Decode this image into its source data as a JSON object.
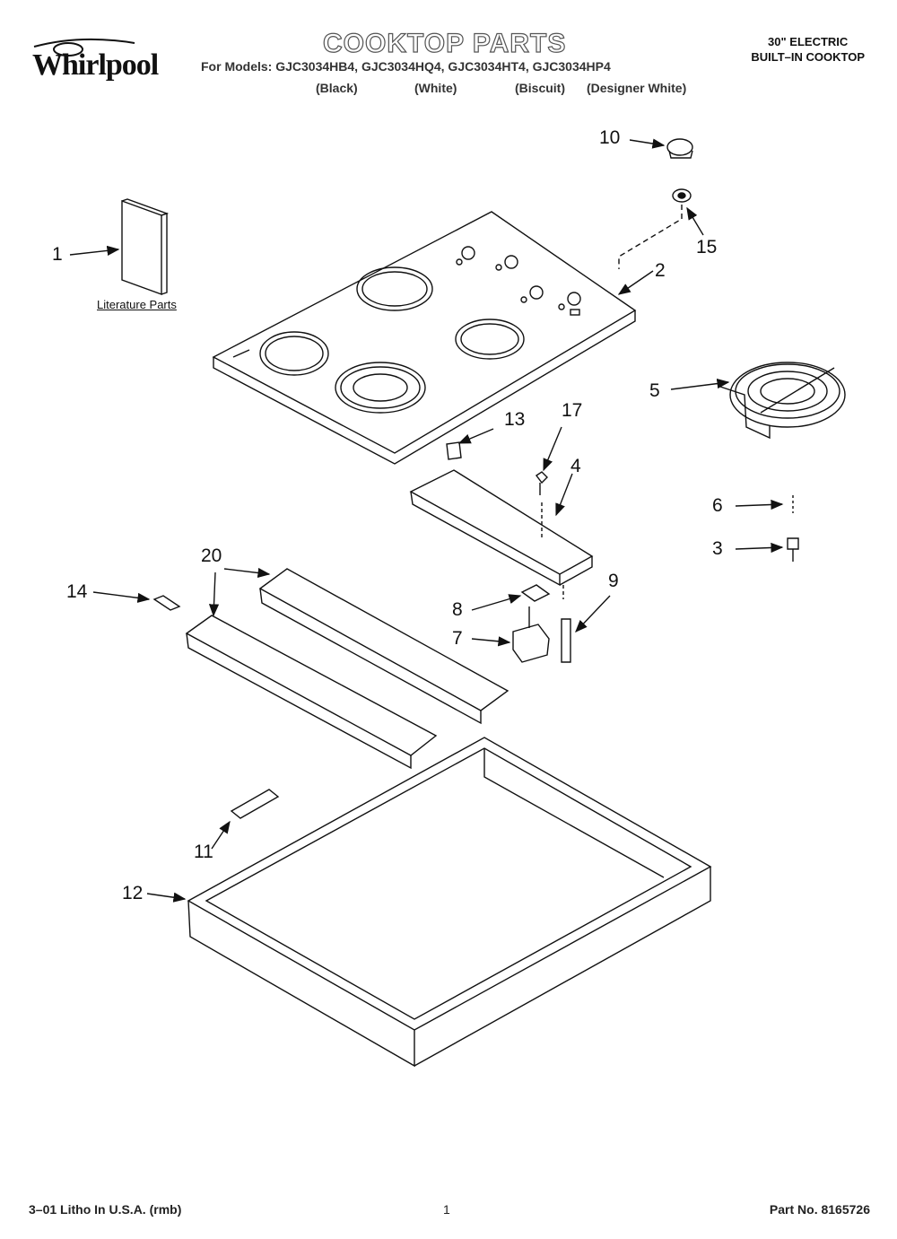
{
  "header": {
    "brand": "Whirlpool",
    "title": "COOKTOP PARTS",
    "models_line": "For Models: GJC3034HB4, GJC3034HQ4, GJC3034HT4, GJC3034HP4",
    "variants": [
      "(Black)",
      "(White)",
      "(Biscuit)",
      "(Designer White)"
    ],
    "product_line1": "30\" ELECTRIC",
    "product_line2": "BUILT–IN COOKTOP"
  },
  "diagram": {
    "literature_label": "Literature Parts",
    "callouts": [
      "1",
      "2",
      "3",
      "4",
      "5",
      "6",
      "7",
      "8",
      "9",
      "10",
      "11",
      "12",
      "13",
      "14",
      "15",
      "17",
      "20"
    ]
  },
  "footer": {
    "litho": "3–01 Litho In U.S.A. (rmb)",
    "page": "1",
    "part_no": "Part No. 8165726"
  }
}
